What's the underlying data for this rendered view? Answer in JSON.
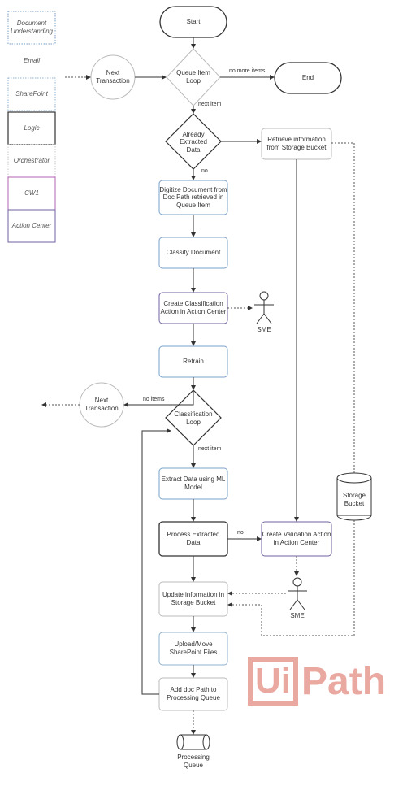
{
  "legend": [
    {
      "label": "Document Understanding",
      "color": "#7aa0c8",
      "style": "dotted"
    },
    {
      "label": "Email",
      "color": "#ffffff",
      "style": "none"
    },
    {
      "label": "SharePoint",
      "color": "#8fb0d0",
      "style": "dotted"
    },
    {
      "label": "Logic",
      "color": "#333333",
      "style": "solid"
    },
    {
      "label": "Orchestrator",
      "color": "#c8c8c8",
      "style": "dotted"
    },
    {
      "label": "CW1",
      "color": "#b060b0",
      "style": "solid"
    },
    {
      "label": "Action Center",
      "color": "#7060a0",
      "style": "solid"
    }
  ],
  "nodes": {
    "start": "Start",
    "end": "End",
    "queue_loop": "Queue Item Loop",
    "next_transaction_top": "Next Transaction",
    "already_extracted": "Already Extracted Data",
    "retrieve_info": "Retrieve information from Storage Bucket",
    "digitize": "Digitize Document from Doc Path retrieved in Queue Item",
    "classify": "Classify Document",
    "create_classification": "Create Classification Action in Action Center",
    "sme_top": "SME",
    "retrain": "Retrain",
    "classification_loop": "Classification Loop",
    "next_transaction_mid": "Next Transaction",
    "extract_data": "Extract Data using ML Model",
    "process_extracted": "Process Extracted Data",
    "create_validation": "Create Validation Action in Action Center",
    "storage_bucket": "Storage Bucket",
    "update_info": "Update information in Storage Bucket",
    "sme_bottom": "SME",
    "upload_move": "Upload/Move SharePoint Files",
    "add_doc_path": "Add doc Path to Processing Queue",
    "processing_queue": "Processing Queue"
  },
  "edge_labels": {
    "no_more_items": "no more items",
    "next_item_top": "next item",
    "no_top": "no",
    "no_items": "no items",
    "next_item_bottom": "next item",
    "no_bottom": "no"
  },
  "logo": {
    "box_letter": "Ui",
    "word": "Path",
    "color": "#e9a8a0"
  }
}
